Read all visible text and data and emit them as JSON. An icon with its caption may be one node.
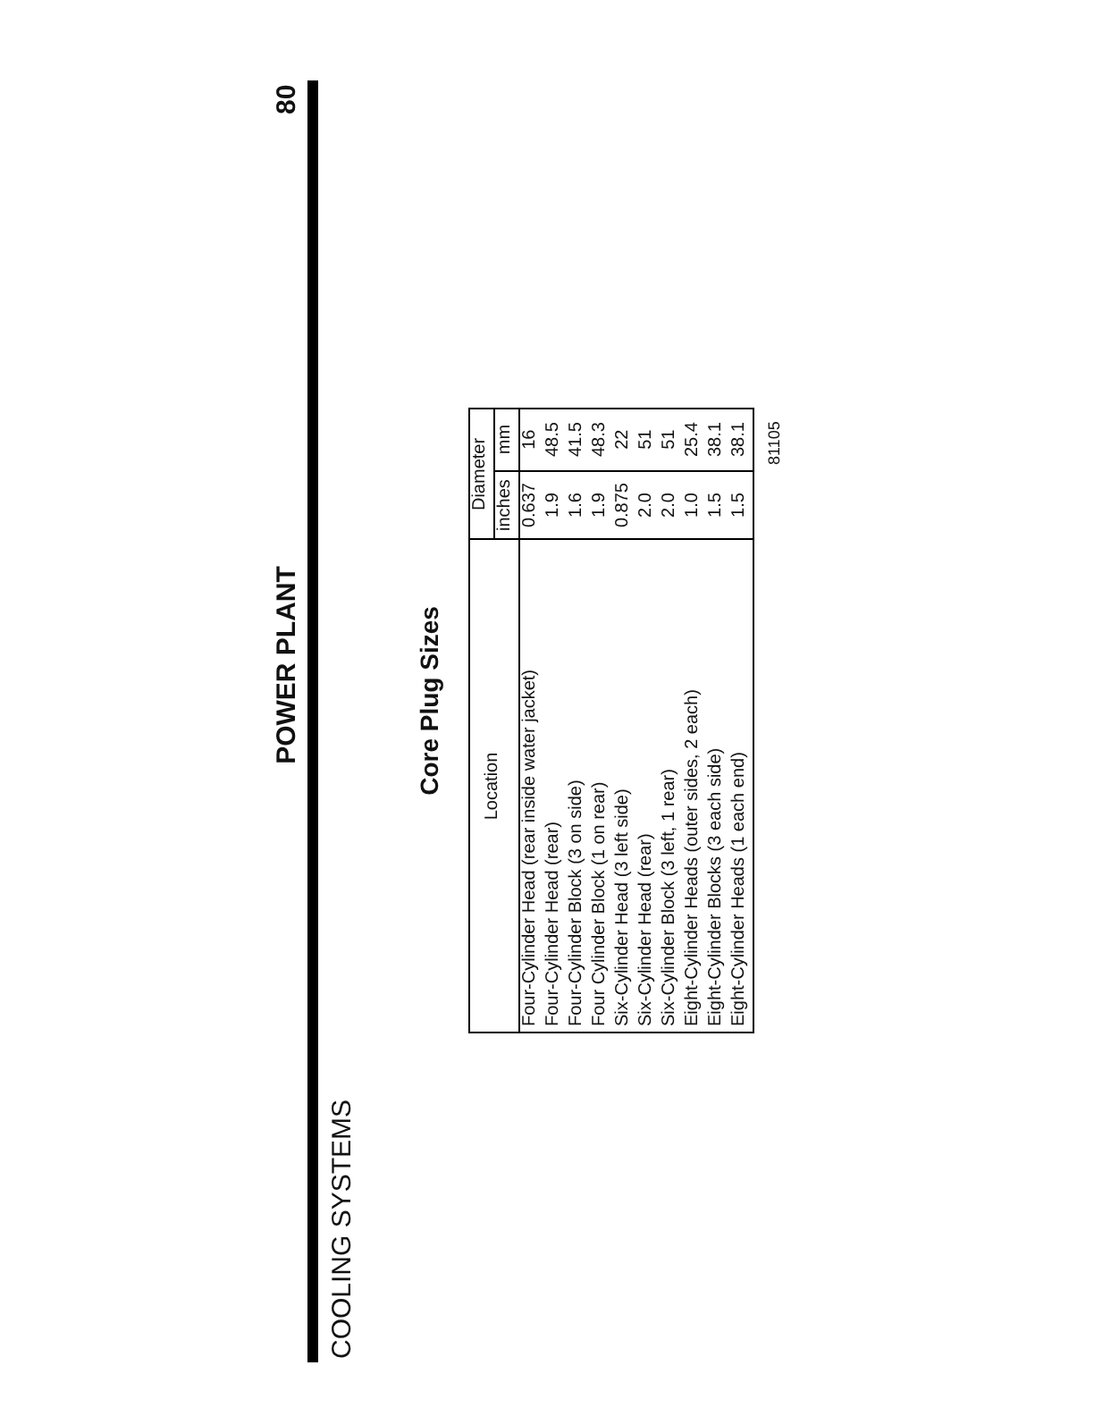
{
  "diagram": {
    "title": "POWER PLANT",
    "labels": [
      "COOLING SYSTEMS",
      "80",
      "Core Plug Sizes",
      "Location",
      "Diameter",
      "inches",
      "mm",
      "Four-Cylinder Head (rear inside water jacket)",
      "0.637",
      "16",
      "Four-Cylinder Head (rear)",
      "1.9",
      "48.5",
      "Four-Cylinder Block (3 on side)",
      "1.6",
      "41.5",
      "Four Cylinder Block (1 on rear)",
      "1.9",
      "48.3",
      "Six-Cylinder Head (3 left side)",
      "0.875",
      "22",
      "Six-Cylinder Head (rear)",
      "2.0",
      "51",
      "Six-Cylinder Block (3 left, 1 rear)",
      "2.0",
      "51",
      "Eight-Cylinder Heads (outer sides, 2 each)",
      "1.0",
      "25.4",
      "Eight-Cylinder Blocks (3 each side)",
      "1.5",
      "38.1",
      "Eight-Cylinder Heads (1 each end)",
      "1.5",
      "38.1",
      "81105"
    ]
  }
}
